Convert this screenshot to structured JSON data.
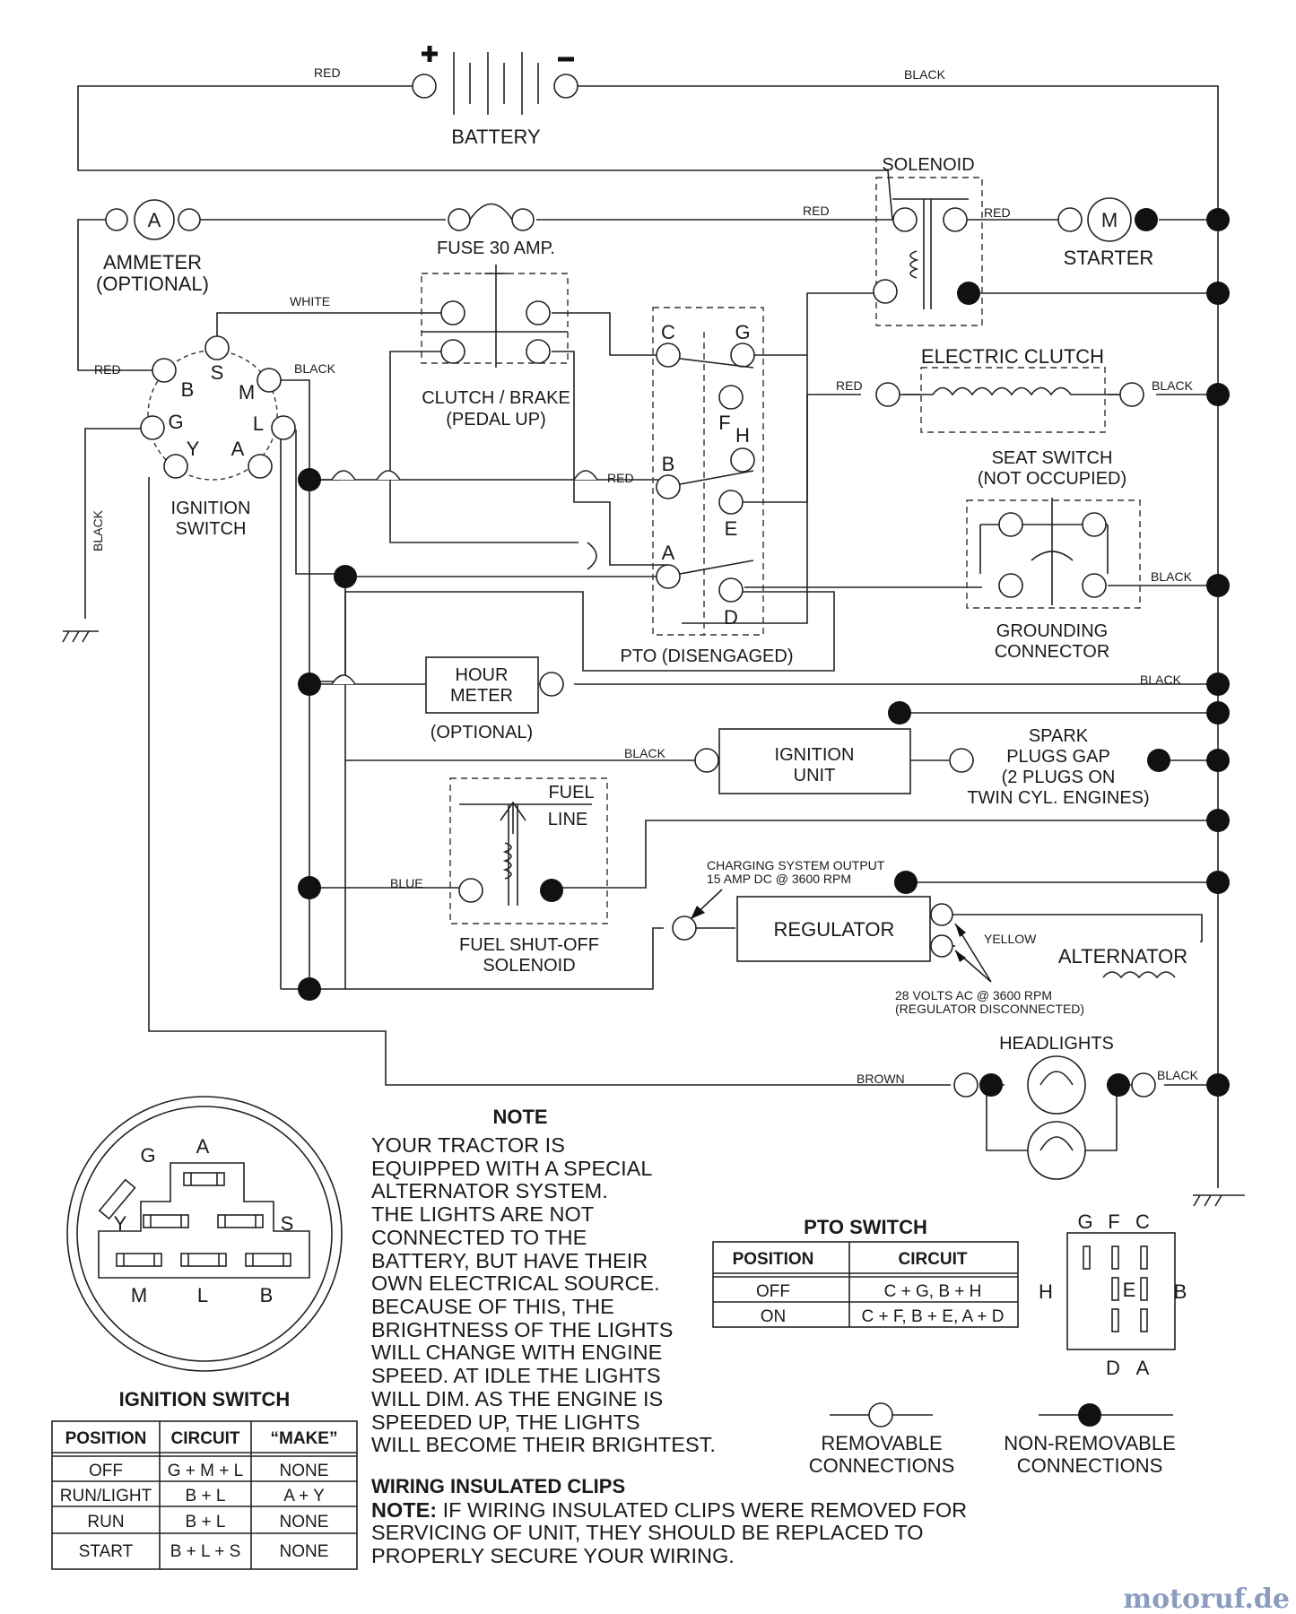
{
  "labels": {
    "battery": "BATTERY",
    "solenoid": "SOLENOID",
    "starter": "STARTER",
    "ammeter_1": "AMMETER",
    "ammeter_2": "(OPTIONAL)",
    "fuse": "FUSE 30 AMP.",
    "clutch_brake_1": "CLUTCH / BRAKE",
    "clutch_brake_2": "(PEDAL UP)",
    "electric_clutch": "ELECTRIC CLUTCH",
    "seat_switch_1": "SEAT SWITCH",
    "seat_switch_2": "(NOT OCCUPIED)",
    "grounding_1": "GROUNDING",
    "grounding_2": "CONNECTOR",
    "ignition_switch_1": "IGNITION",
    "ignition_switch_2": "SWITCH",
    "pto": "PTO (DISENGAGED)",
    "hour_meter_1": "HOUR",
    "hour_meter_2": "METER",
    "hour_meter_3": "(OPTIONAL)",
    "ignition_unit_1": "IGNITION",
    "ignition_unit_2": "UNIT",
    "spark_1": "SPARK",
    "spark_2": "PLUGS GAP",
    "spark_3": "(2 PLUGS ON",
    "spark_4": "TWIN CYL. ENGINES)",
    "fuel_line_1": "FUEL",
    "fuel_line_2": "LINE",
    "fuel_solenoid_1": "FUEL SHUT-OFF",
    "fuel_solenoid_2": "SOLENOID",
    "charging_1": "CHARGING SYSTEM OUTPUT",
    "charging_2": "15 AMP DC @ 3600 RPM",
    "regulator": "REGULATOR",
    "alternator": "ALTERNATOR",
    "volts_1": "28 VOLTS AC @ 3600 RPM",
    "volts_2": "(REGULATOR DISCONNECTED)",
    "headlights": "HEADLIGHTS",
    "removable_1": "REMOVABLE",
    "removable_2": "CONNECTIONS",
    "nonremovable_1": "NON-REMOVABLE",
    "nonremovable_2": "CONNECTIONS"
  },
  "wire_colors": {
    "red": "RED",
    "black": "BLACK",
    "white": "WHITE",
    "blue": "BLUE",
    "yellow": "YELLOW",
    "brown": "BROWN"
  },
  "terminals": {
    "ammeter": "A",
    "starter": "M",
    "ign_b": "B",
    "ign_s": "S",
    "ign_m": "M",
    "ign_g": "G",
    "ign_l": "L",
    "ign_y": "Y",
    "ign_a": "A",
    "pto_c": "C",
    "pto_g": "G",
    "pto_f": "F",
    "pto_h": "H",
    "pto_b": "B",
    "pto_e": "E",
    "pto_a": "A",
    "pto_d": "D",
    "face_g": "G",
    "face_a": "A",
    "face_y": "Y",
    "face_s": "S",
    "face_m": "M",
    "face_l": "L",
    "face_b": "B",
    "pface_g": "G",
    "pface_f": "F",
    "pface_c": "C",
    "pface_h": "H",
    "pface_e": "E",
    "pface_b": "B",
    "pface_d": "D",
    "pface_a": "A"
  },
  "note": {
    "title": "NOTE",
    "lines": [
      "YOUR TRACTOR IS",
      "EQUIPPED WITH A SPECIAL",
      "ALTERNATOR SYSTEM.",
      "THE LIGHTS ARE NOT",
      "CONNECTED TO THE",
      "BATTERY, BUT HAVE THEIR",
      "OWN ELECTRICAL SOURCE.",
      "BECAUSE OF THIS, THE",
      "BRIGHTNESS OF THE LIGHTS",
      "WILL CHANGE WITH ENGINE",
      "SPEED.  AT IDLE THE LIGHTS",
      "WILL DIM.  AS THE ENGINE IS",
      "SPEEDED UP, THE LIGHTS",
      "WILL BECOME THEIR BRIGHTEST."
    ]
  },
  "clips": {
    "title": "WIRING INSULATED CLIPS",
    "note_label": "NOTE:",
    "line1": " IF WIRING INSULATED CLIPS WERE REMOVED FOR",
    "line2": "SERVICING OF UNIT, THEY SHOULD BE REPLACED TO",
    "line3": "PROPERLY SECURE YOUR WIRING."
  },
  "ignition_table": {
    "title": "IGNITION SWITCH",
    "headers": [
      "POSITION",
      "CIRCUIT",
      "“MAKE”"
    ],
    "rows": [
      [
        "OFF",
        "G + M + L",
        "NONE"
      ],
      [
        "RUN/LIGHT",
        "B + L",
        "A + Y"
      ],
      [
        "RUN",
        "B + L",
        "NONE"
      ],
      [
        "START",
        "B + L + S",
        "NONE"
      ]
    ]
  },
  "pto_table": {
    "title": "PTO SWITCH",
    "headers": [
      "POSITION",
      "CIRCUIT"
    ],
    "rows": [
      [
        "OFF",
        "C + G, B + H"
      ],
      [
        "ON",
        "C + F, B + E, A + D"
      ]
    ]
  },
  "watermark": "motoruf.de"
}
